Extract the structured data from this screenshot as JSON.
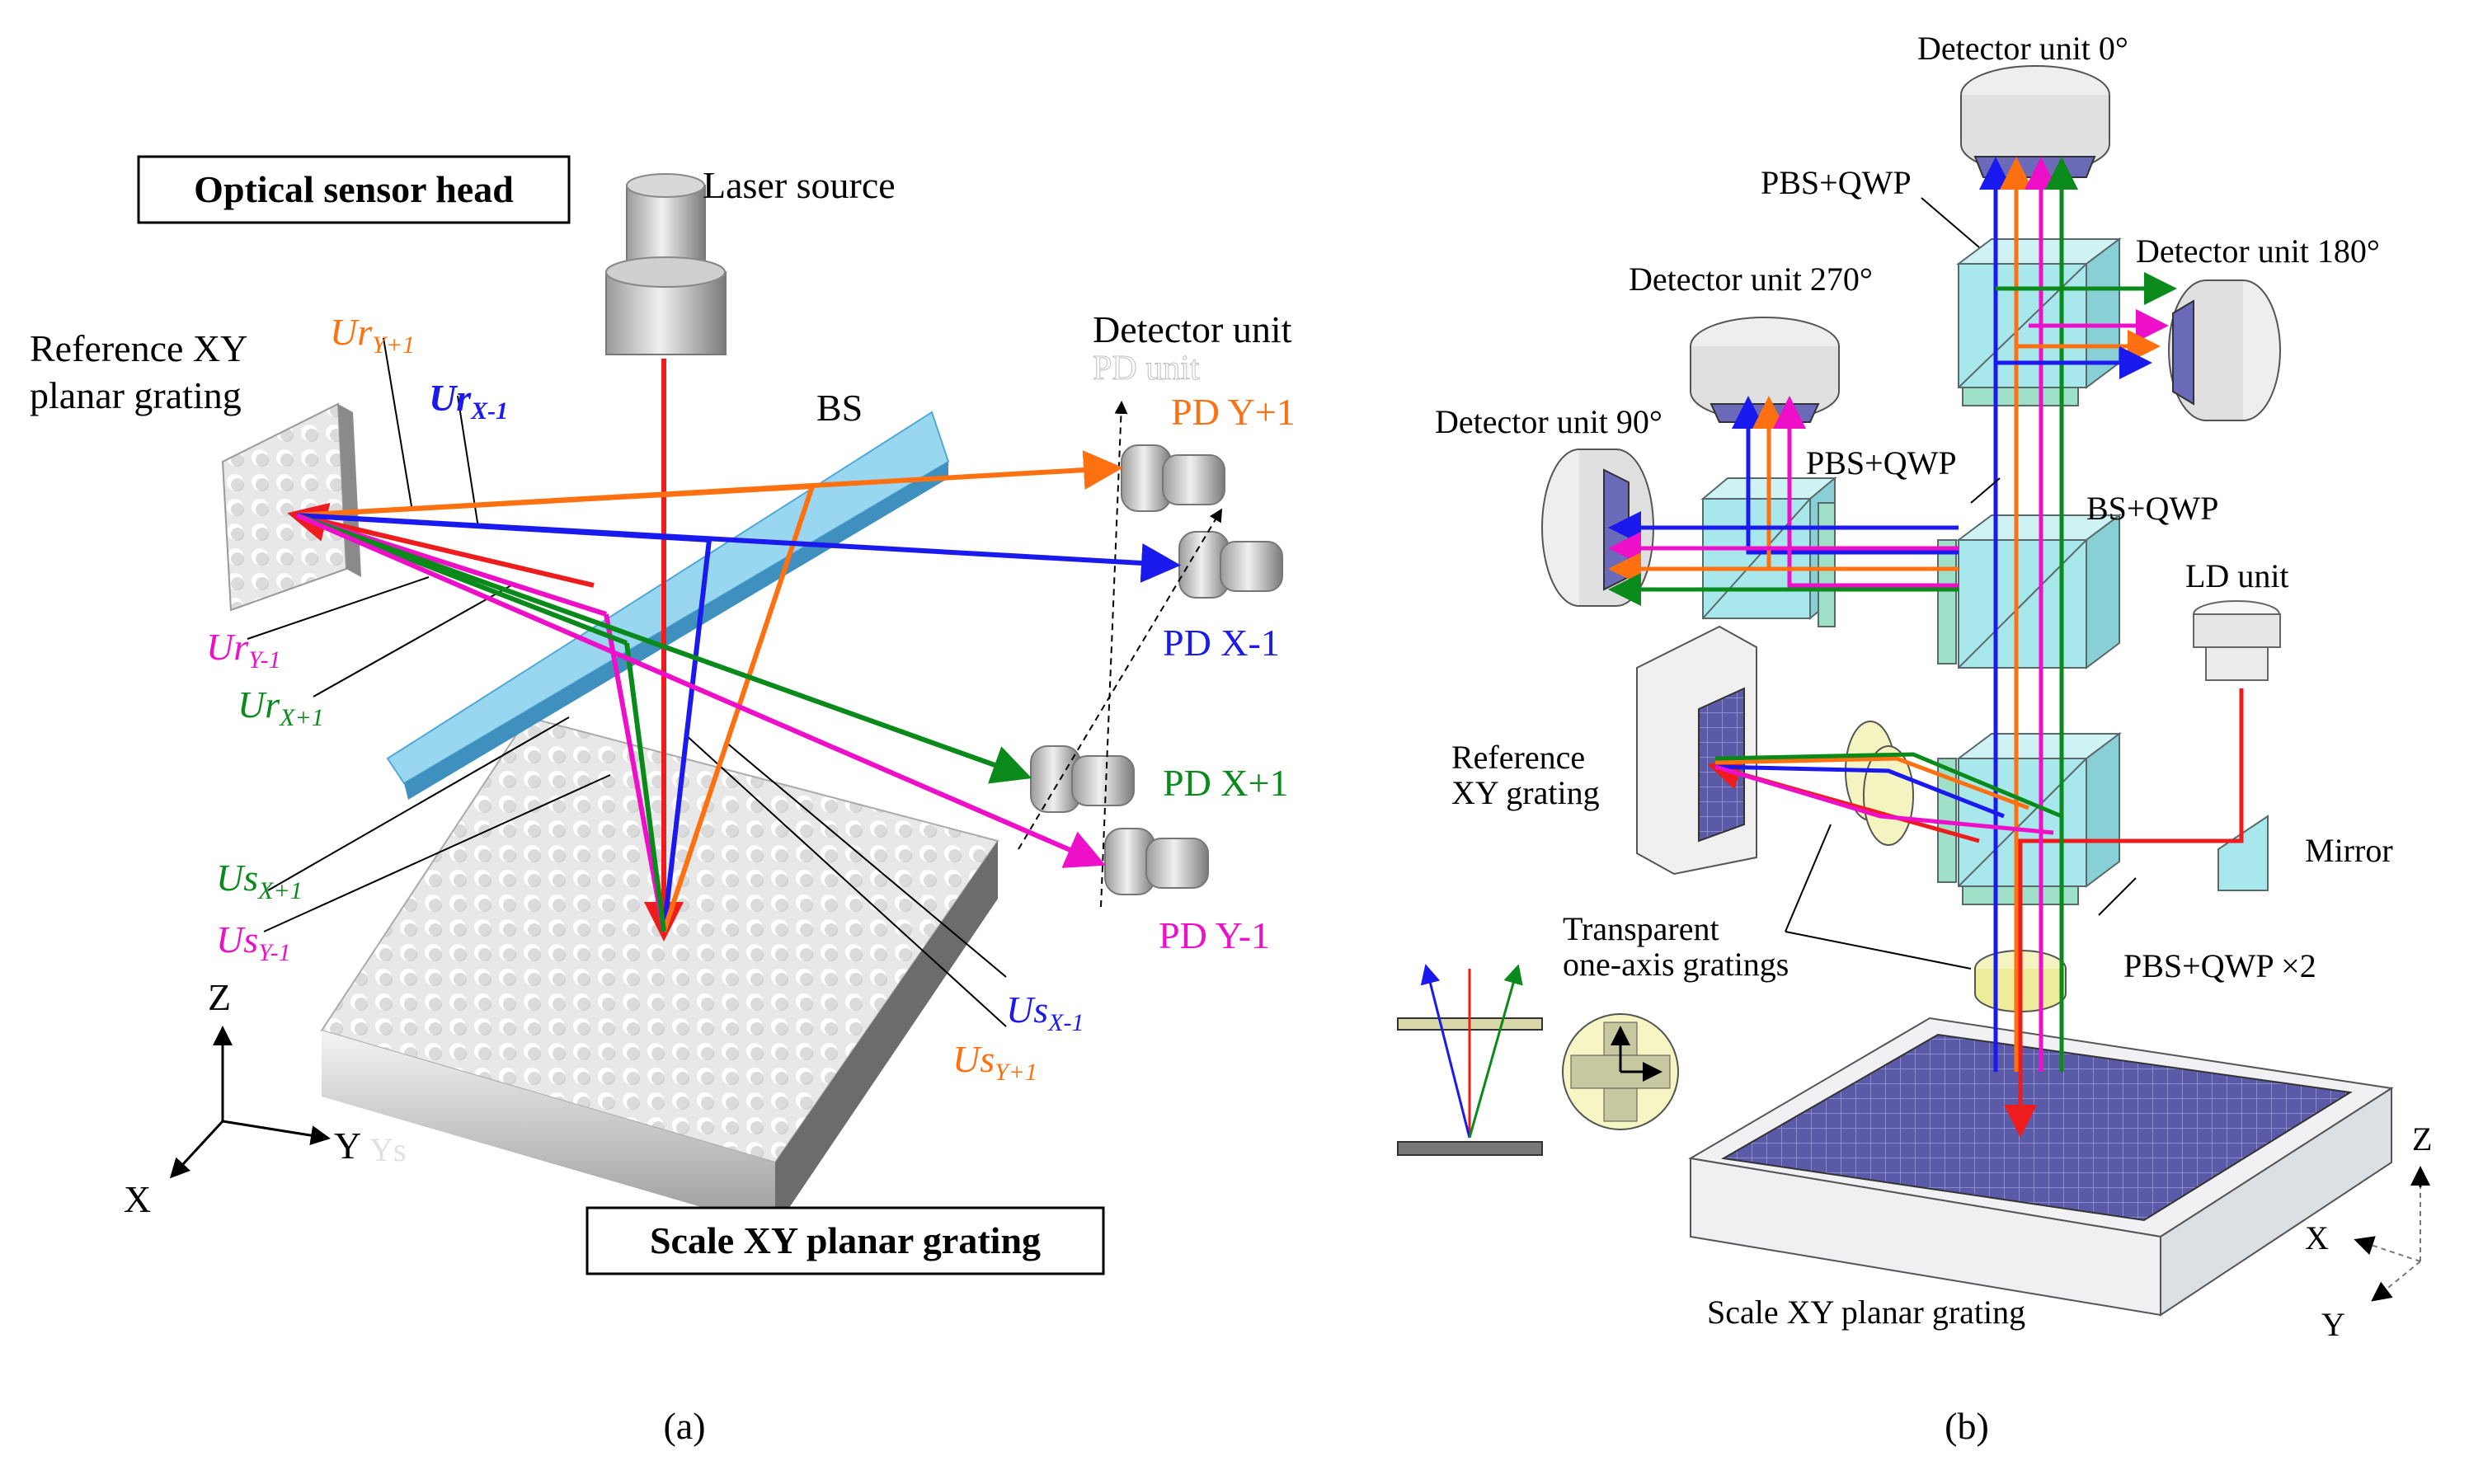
{
  "panel_a": {
    "caption": "(a)",
    "sensor_head_title": "Optical sensor head",
    "scale_title": "Scale XY planar grating",
    "laser_source": "Laser source",
    "reference_grating_line1": "Reference XY",
    "reference_grating_line2": "planar grating",
    "bs": "BS",
    "detector_unit": "Detector unit",
    "pd_unit_ghost": "PD unit",
    "pd_y_plus": "PD Y+1",
    "pd_x_minus": "PD X-1",
    "pd_x_plus": "PD X+1",
    "pd_y_minus": "PD Y-1",
    "beam_ur_y_plus": {
      "base": "Ur",
      "sub": "Y+1"
    },
    "beam_ur_x_minus": {
      "base": "Ur",
      "sub": "X-1"
    },
    "beam_ur_y_minus": {
      "base": "Ur",
      "sub": "Y-1"
    },
    "beam_ur_x_plus": {
      "base": "Ur",
      "sub": "X+1"
    },
    "beam_us_x_plus": {
      "base": "Us",
      "sub": "X+1"
    },
    "beam_us_y_minus": {
      "base": "Us",
      "sub": "Y-1"
    },
    "beam_us_x_minus": {
      "base": "Us",
      "sub": "X-1"
    },
    "beam_us_y_plus": {
      "base": "Us",
      "sub": "Y+1"
    },
    "axis_z": "Z",
    "axis_y": "Y",
    "axis_x": "X",
    "axis_ys_ghost": "Ys"
  },
  "panel_b": {
    "caption": "(b)",
    "detector_0": "Detector unit 0°",
    "detector_90": "Detector unit 90°",
    "detector_180": "Detector unit 180°",
    "detector_270": "Detector unit 270°",
    "pbs_qwp_top": "PBS+QWP",
    "pbs_qwp_mid": "PBS+QWP",
    "bs_qwp": "BS+QWP",
    "ld_unit": "LD unit",
    "mirror": "Mirror",
    "reference_line1": "Reference",
    "reference_line2": "XY grating",
    "transparent_line1": "Transparent",
    "transparent_line2": "one-axis gratings",
    "pbs_qwp_x2": "PBS+QWP ×2",
    "scale": "Scale XY planar grating",
    "axis_z": "Z",
    "axis_x": "X",
    "axis_y": "Y"
  },
  "colors": {
    "red": "#ee1c1c",
    "blue": "#1a1aee",
    "green": "#0a8a1a",
    "orange": "#ff7010",
    "magenta": "#ee10c8",
    "cyan_glass": "#a8e8ec",
    "grating_purple": "#5a5aa8"
  }
}
